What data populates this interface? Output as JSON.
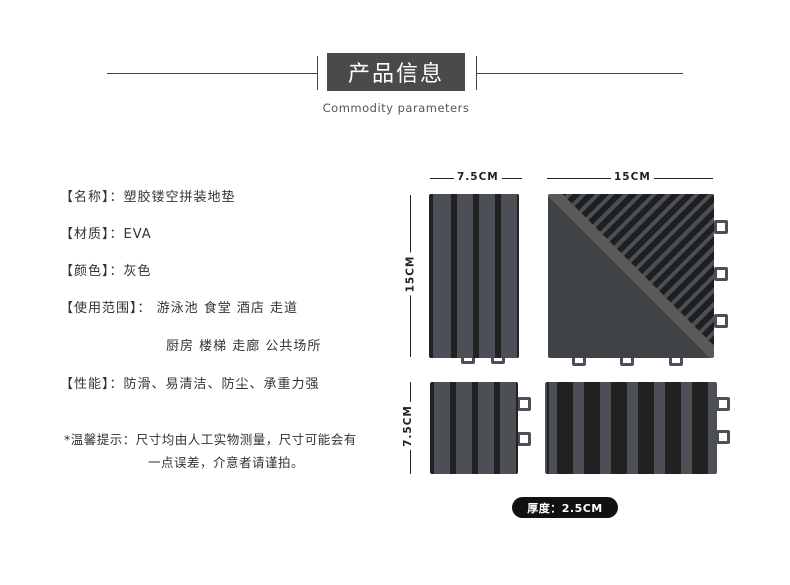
{
  "header": {
    "title": "产品信息",
    "subtitle": "Commodity parameters"
  },
  "specs": [
    {
      "label": "【名称】：",
      "value": "塑胶镂空拼装地垫"
    },
    {
      "label": "【材质】：",
      "value": "EVA"
    },
    {
      "label": "【颜色】：",
      "value": "灰色"
    },
    {
      "label": "【使用范围】：",
      "value": "游泳池 食堂 酒店 走道",
      "value2": "厨房 楼梯  走廊  公共场所"
    },
    {
      "label": "【性能】：",
      "value": "防滑、易清洁、防尘、承重力强"
    }
  ],
  "note": {
    "line1": "*温馨提示：尺寸均由人工实物测量，尺寸可能会有",
    "line2": "一点误差，介意者请谨拍。"
  },
  "dimensions": {
    "top_small": "7.5CM",
    "top_large": "15CM",
    "left_tall": "15CM",
    "left_short": "7.5CM",
    "thickness": "厚度：2.5CM"
  },
  "colors": {
    "tile": "#4c5056",
    "title_bg": "#4a4a4a"
  }
}
